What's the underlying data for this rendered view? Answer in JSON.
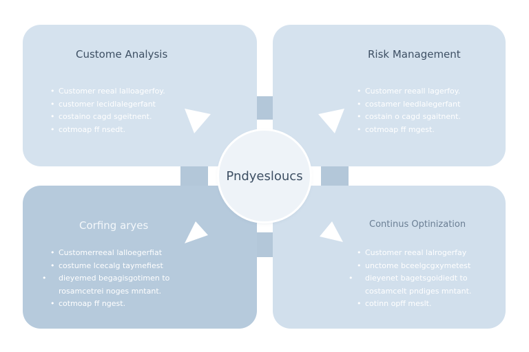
{
  "colors": {
    "card_light": "#d5e2ee",
    "card_dark": "#b6cadc",
    "card_right_bottom": "#d1dfec",
    "connector": "#b3c7d9",
    "hub": "#eef3f8",
    "title_text": "#3d4f63"
  },
  "hub": {
    "label": "Pndyeslouсs"
  },
  "cards": {
    "top_left": {
      "title": "Custome Analysis",
      "bullets": [
        "Customer reeal lalloagerfoy.",
        "customer lecidlalegerfant",
        "costaino cagd sgeitnent.",
        "cotmoap ff nsedt."
      ]
    },
    "top_right": {
      "title": "Risk Management",
      "bullets": [
        "Customer reeall lagerfoy.",
        "costamer leedlalegerfant",
        "costain o cagd sgaitnent.",
        "cotmoap ff mgest."
      ]
    },
    "bottom_left": {
      "title": "Corfing aryes",
      "bullets": [
        "Customerreeal lalloegerfiat",
        "costume lcecalg taymefiest",
        "dieyemed begagisgotimen to rosamcetrei noges mntant.",
        "cotmoap ff ngest."
      ]
    },
    "bottom_right": {
      "title": "Continus Optinization",
      "bullets": [
        "Customer reeal lalrogerfay",
        "unctome bceelgcgxymetest",
        "dieyenet bagetsgoidiedt to costamcelt pndiges mntant.",
        "cotinn opff meslt."
      ]
    }
  }
}
